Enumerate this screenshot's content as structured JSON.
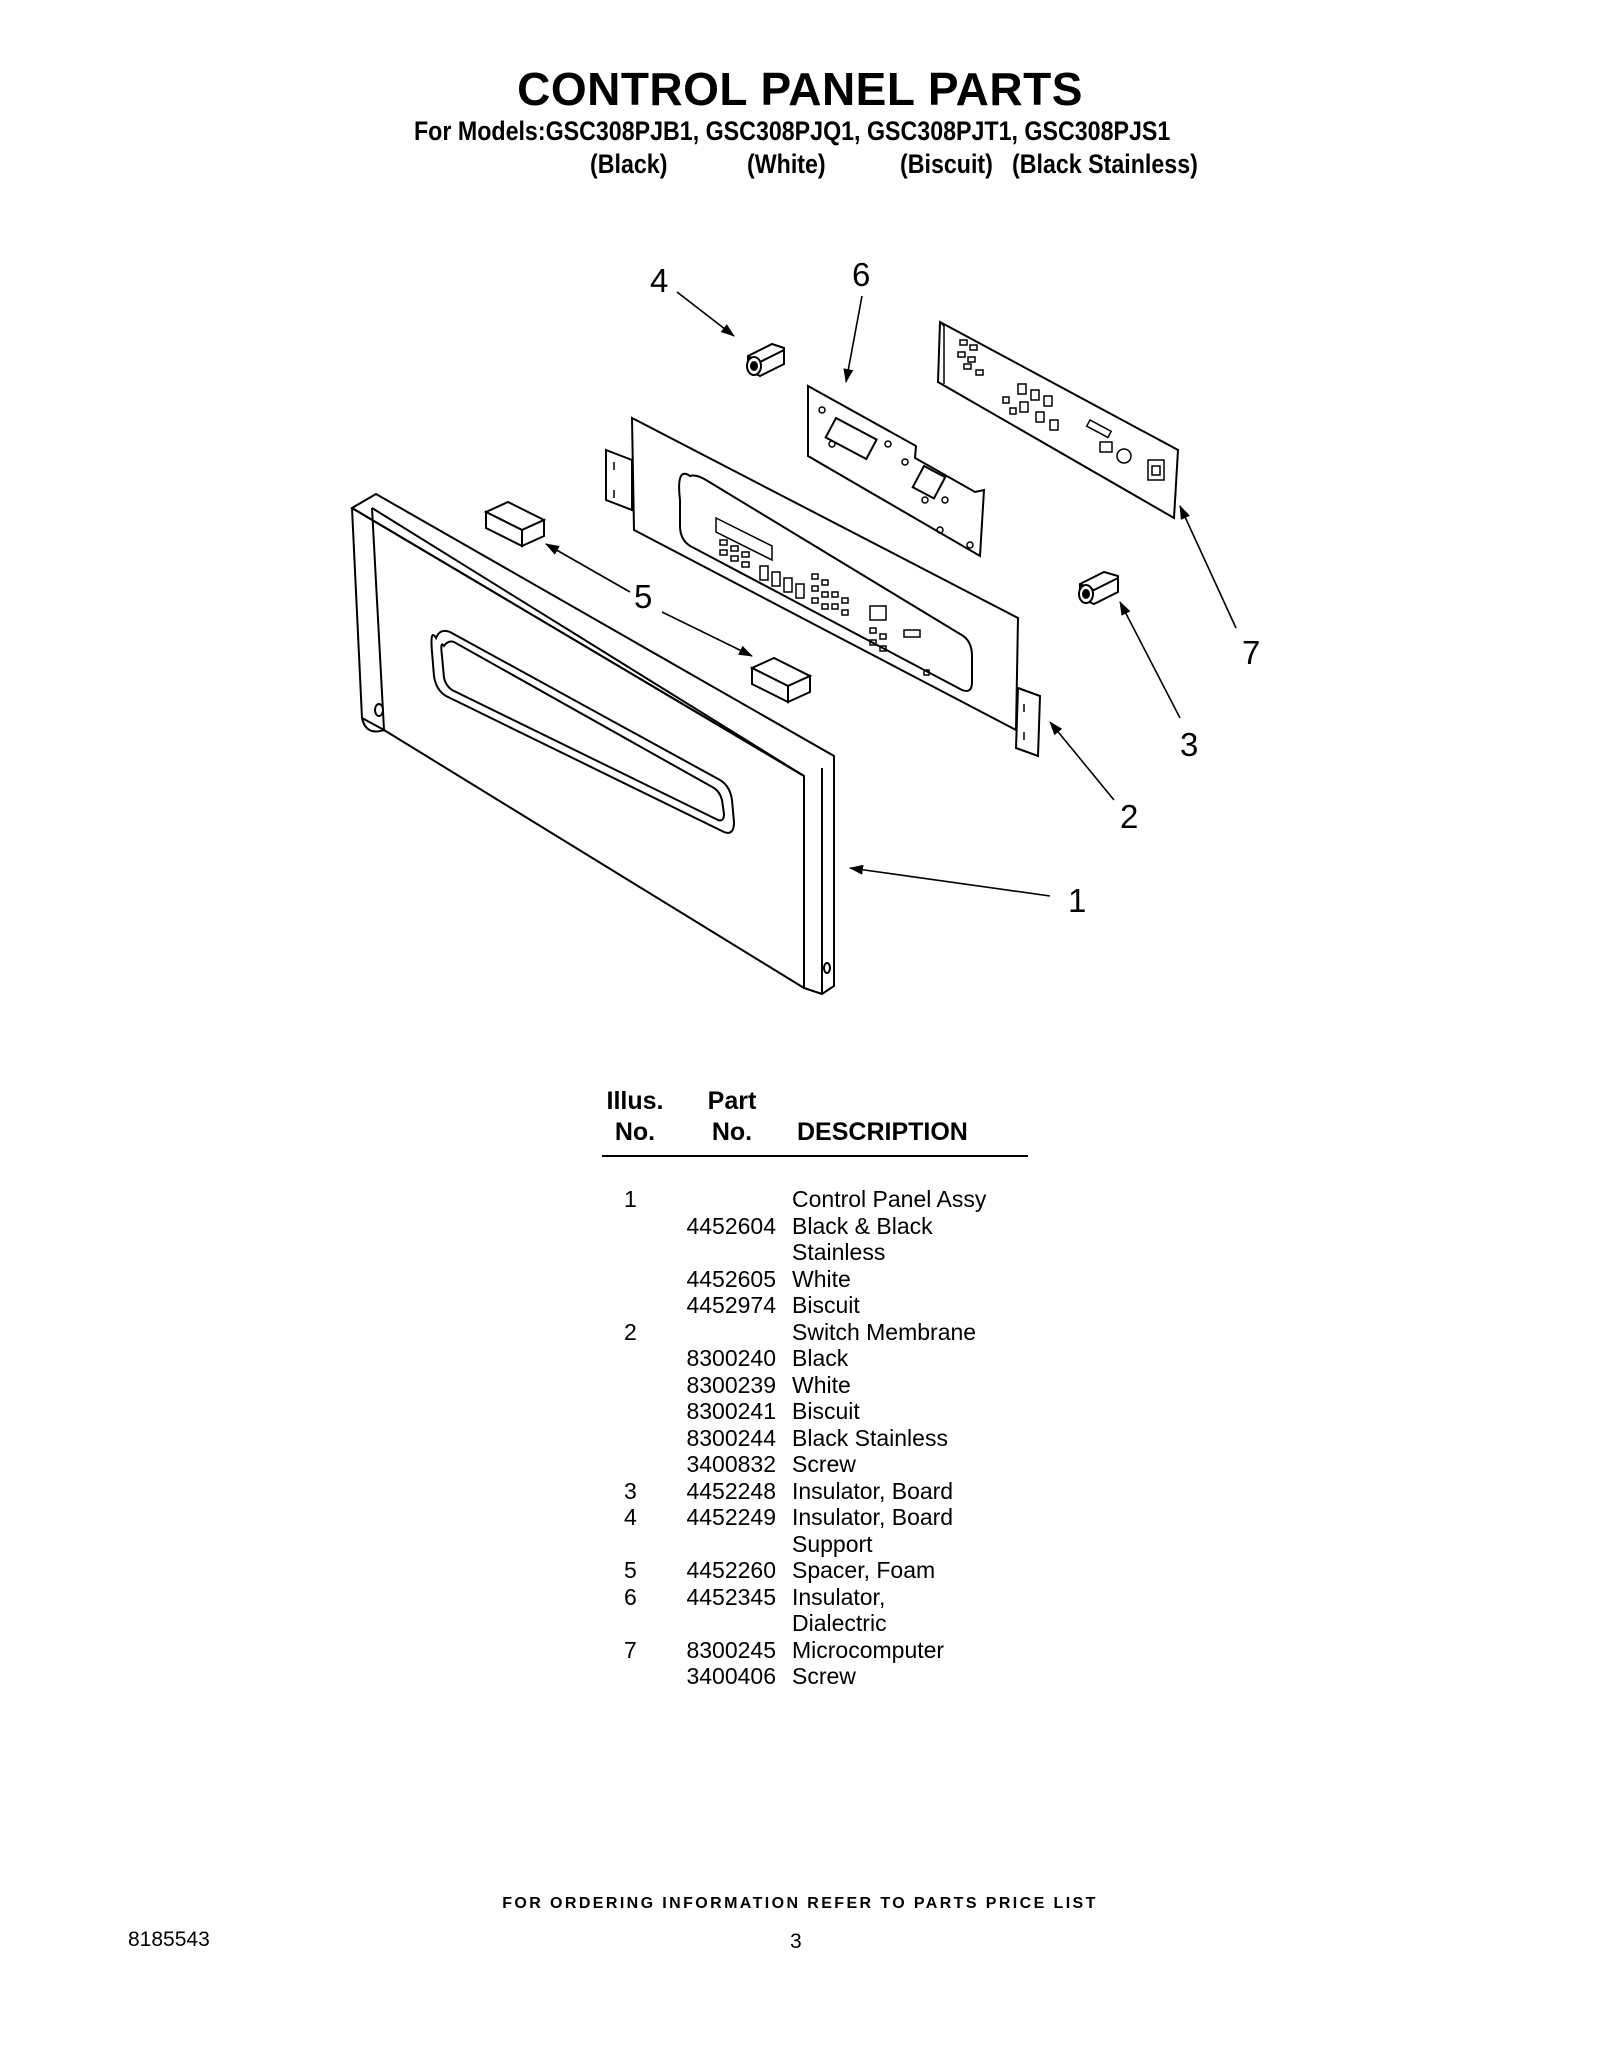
{
  "header": {
    "title": "CONTROL PANEL PARTS",
    "models": "For Models:GSC308PJB1, GSC308PJQ1, GSC308PJT1, GSC308PJS1",
    "finishes": [
      "(Black)",
      "(White)",
      "(Biscuit)",
      "(Black Stainless)"
    ]
  },
  "diagram": {
    "callouts": [
      "1",
      "2",
      "3",
      "4",
      "5",
      "6",
      "7"
    ]
  },
  "parts_table": {
    "col_illus": [
      "Illus.",
      "No."
    ],
    "col_part": [
      "Part",
      "No."
    ],
    "col_desc": "DESCRIPTION",
    "rows": [
      {
        "illus": "1",
        "part": "",
        "desc": "Control Panel Assy"
      },
      {
        "illus": "",
        "part": "4452604",
        "desc": "Black & Black"
      },
      {
        "illus": "",
        "part": "",
        "desc": "Stainless"
      },
      {
        "illus": "",
        "part": "4452605",
        "desc": "White"
      },
      {
        "illus": "",
        "part": "4452974",
        "desc": "Biscuit"
      },
      {
        "illus": "2",
        "part": "",
        "desc": "Switch Membrane"
      },
      {
        "illus": "",
        "part": "8300240",
        "desc": "Black"
      },
      {
        "illus": "",
        "part": "8300239",
        "desc": "White"
      },
      {
        "illus": "",
        "part": "8300241",
        "desc": "Biscuit"
      },
      {
        "illus": "",
        "part": "8300244",
        "desc": "Black Stainless"
      },
      {
        "illus": "",
        "part": "3400832",
        "desc": "Screw"
      },
      {
        "illus": "3",
        "part": "4452248",
        "desc": "Insulator, Board"
      },
      {
        "illus": "4",
        "part": "4452249",
        "desc": "Insulator, Board"
      },
      {
        "illus": "",
        "part": "",
        "desc": "Support"
      },
      {
        "illus": "5",
        "part": "4452260",
        "desc": "Spacer, Foam"
      },
      {
        "illus": "6",
        "part": "4452345",
        "desc": "Insulator,"
      },
      {
        "illus": "",
        "part": "",
        "desc": "Dialectric"
      },
      {
        "illus": "7",
        "part": "8300245",
        "desc": "Microcomputer"
      },
      {
        "illus": "",
        "part": "3400406",
        "desc": "Screw"
      }
    ]
  },
  "footer": {
    "note": "FOR ORDERING INFORMATION REFER TO PARTS PRICE LIST",
    "doc_number": "8185543",
    "page_number": "3"
  }
}
